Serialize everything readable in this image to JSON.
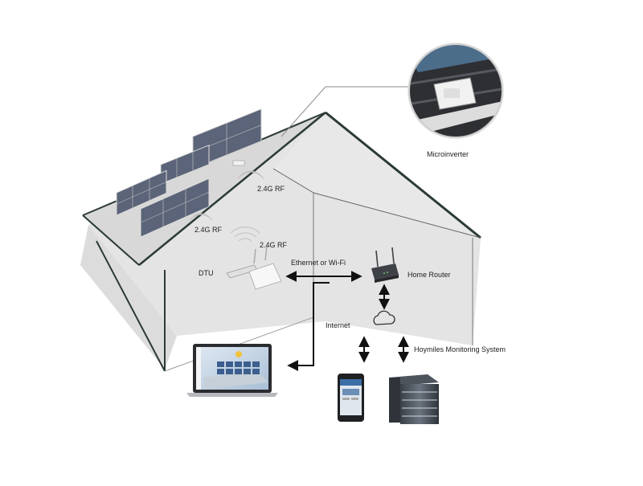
{
  "labels": {
    "microinverter": "Microinverter",
    "rf_roof": "2.4G RF",
    "rf_left": "2.4G RF",
    "rf_dtu": "2.4G RF",
    "dtu": "DTU",
    "ethernet_wifi": "Ethernet or Wi-Fi",
    "home_router": "Home Router",
    "internet": "Internet",
    "monitoring_system": "Hoymiles Monitoring System"
  },
  "colors": {
    "house_fill": "#e4e4e4",
    "roof_edge": "#2b3a36",
    "panel": "#5b6478",
    "arrow": "#111111"
  },
  "icons": [
    "solar-panels",
    "microinverter-closeup",
    "dtu-device",
    "wifi-signal",
    "home-router",
    "cloud-icon",
    "laptop",
    "smartphone",
    "server"
  ]
}
